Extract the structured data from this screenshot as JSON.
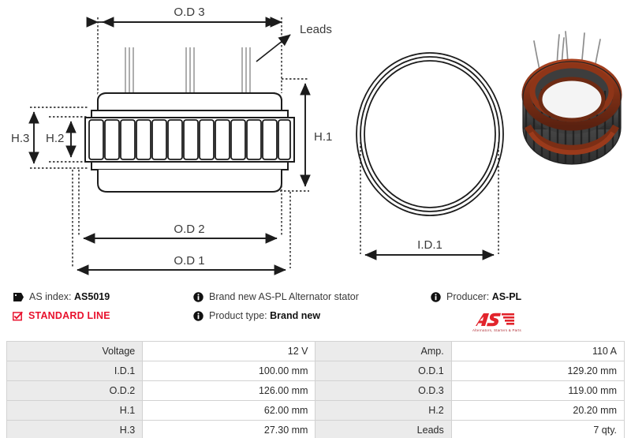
{
  "drawing": {
    "side_view": {
      "dim_od3": "O.D 3",
      "dim_od2": "O.D 2",
      "dim_od1": "O.D 1",
      "dim_h1": "H.1",
      "dim_h2": "H.2",
      "dim_h3": "H.3",
      "leads_label": "Leads",
      "lamination_slots": 13,
      "lead_groups": 3
    },
    "top_view": {
      "dim_id1": "I.D.1",
      "rings": 3
    },
    "photo": {
      "alt": "alternator-stator-photo",
      "lead_wires": 6
    }
  },
  "info": {
    "as_index_label": "AS index:",
    "as_index_value": "AS5019",
    "standard_line": "STANDARD LINE",
    "description": "Brand new AS-PL Alternator stator",
    "product_type_label": "Product type:",
    "product_type_value": "Brand new",
    "producer_label": "Producer:",
    "producer_value": "AS-PL"
  },
  "logo": {
    "mark": "AS",
    "tagline": "Alternators, Starters & Parts",
    "color": "#e2242c"
  },
  "colors": {
    "accent_red": "#e8112d",
    "line": "#1c1c1c",
    "table_label_bg": "#ebebeb",
    "table_border": "#d2d2d2"
  },
  "spec_table": {
    "rows": [
      {
        "label_a": "Voltage",
        "value_a": "12 V",
        "label_b": "Amp.",
        "value_b": "110 A"
      },
      {
        "label_a": "I.D.1",
        "value_a": "100.00 mm",
        "label_b": "O.D.1",
        "value_b": "129.20 mm"
      },
      {
        "label_a": "O.D.2",
        "value_a": "126.00 mm",
        "label_b": "O.D.3",
        "value_b": "119.00 mm"
      },
      {
        "label_a": "H.1",
        "value_a": "62.00 mm",
        "label_b": "H.2",
        "value_b": "20.20 mm"
      },
      {
        "label_a": "H.3",
        "value_a": "27.30 mm",
        "label_b": "Leads",
        "value_b": "7 qty."
      }
    ]
  }
}
